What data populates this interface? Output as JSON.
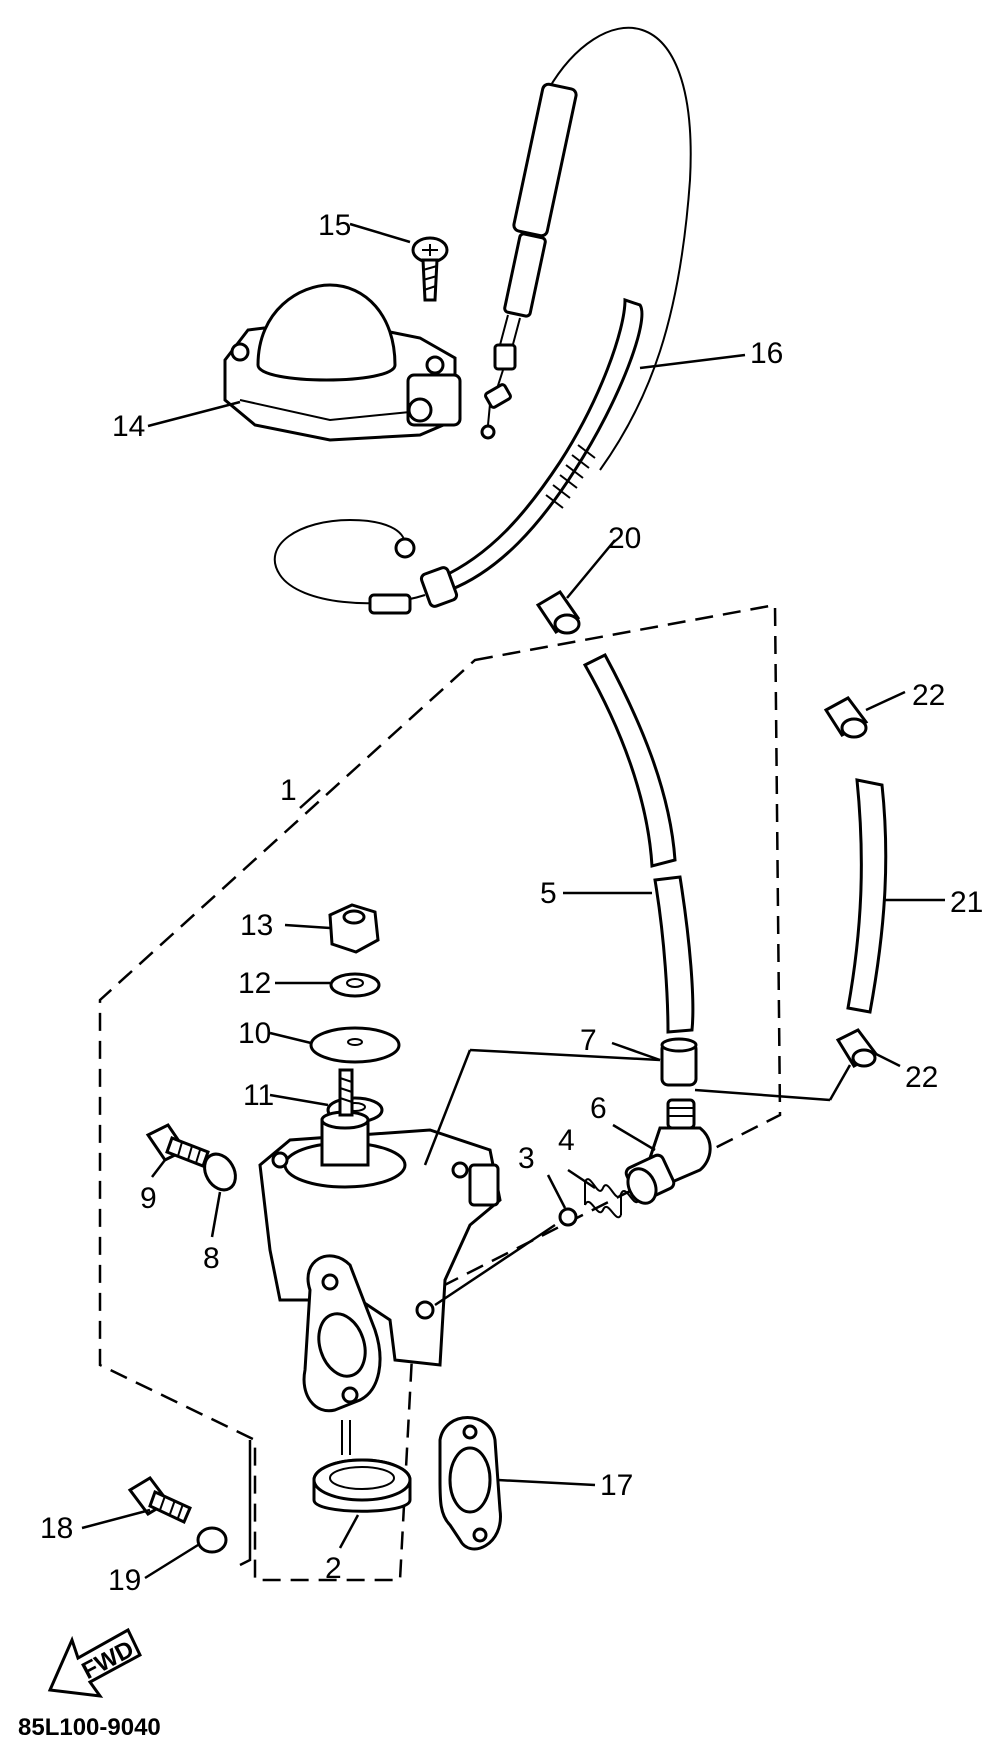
{
  "labels": {
    "p1": "1",
    "p2": "2",
    "p3": "3",
    "p4": "4",
    "p5": "5",
    "p6": "6",
    "p7": "7",
    "p8": "8",
    "p9": "9",
    "p10": "10",
    "p11": "11",
    "p12": "12",
    "p13": "13",
    "p14": "14",
    "p15": "15",
    "p16": "16",
    "p17": "17",
    "p18": "18",
    "p19": "19",
    "p20": "20",
    "p21": "21",
    "p22a": "22",
    "p22b": "22"
  },
  "fwd_label": "FWD",
  "diagram_code": "85L100-9040"
}
